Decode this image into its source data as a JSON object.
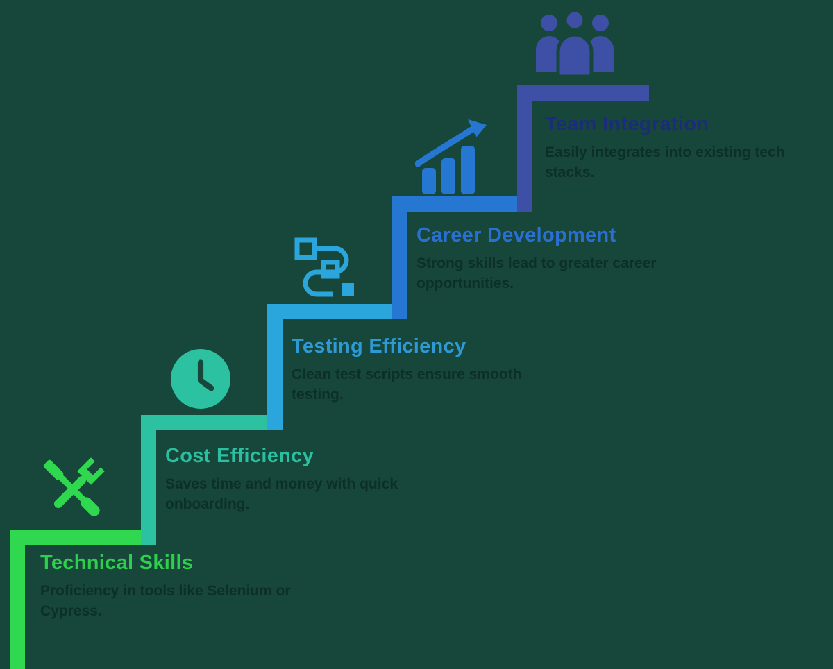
{
  "colors": {
    "background": "#17463a",
    "body_text": "#0c2f28"
  },
  "steps": [
    {
      "title": "Technical Skills",
      "description": "Proficiency in tools like Selenium or Cypress.",
      "color": "#2fd84f",
      "title_color": "#2fce4c",
      "icon": "tools-icon"
    },
    {
      "title": "Cost Efficiency",
      "description": "Saves time and money with quick onboarding.",
      "color": "#2cc2a1",
      "title_color": "#2abfa0",
      "icon": "clock-icon"
    },
    {
      "title": "Testing Efficiency",
      "description": "Clean test scripts ensure smooth testing.",
      "color": "#2ba6dc",
      "title_color": "#2d9ad6",
      "icon": "workflow-icon"
    },
    {
      "title": "Career Development",
      "description": "Strong skills lead to greater career opportunities.",
      "color": "#2577d2",
      "title_color": "#2a6fd2",
      "icon": "growth-chart-icon"
    },
    {
      "title": "Team Integration",
      "description": "Easily integrates into existing tech stacks.",
      "color": "#3e50a5",
      "title_color": "#1c2c7c",
      "icon": "team-icon"
    }
  ]
}
